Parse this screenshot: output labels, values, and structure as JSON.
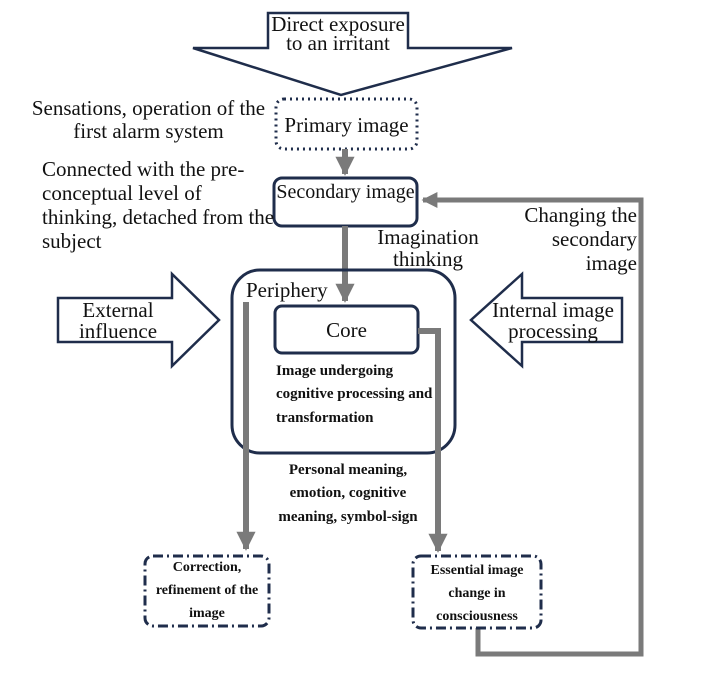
{
  "colors": {
    "box_stroke": "#1f2d4b",
    "arrow": "#7a7a7a",
    "text": "#111111",
    "background": "#ffffff"
  },
  "nodes": {
    "direct_exposure": "Direct exposure to an irritant",
    "primary_image": "Primary image",
    "secondary_image": "Secondary image",
    "periphery": "Periphery",
    "core": "Core",
    "external_influence": "External influence",
    "internal_processing": "Internal image processing",
    "correction": "Correction, refinement of the image",
    "essential_change": "Essential image change in consciousness"
  },
  "annotations": {
    "sensations": "Sensations, operation of the first alarm system",
    "connected": "Connected with the pre-conceptual level of thinking, detached from the subject",
    "imagination": "Imagination thinking",
    "changing": "Changing the secondary image",
    "image_undergoing": "Image undergoing cognitive processing and transformation",
    "personal_meaning": "Personal meaning, emotion, cognitive meaning, symbol-sign"
  }
}
